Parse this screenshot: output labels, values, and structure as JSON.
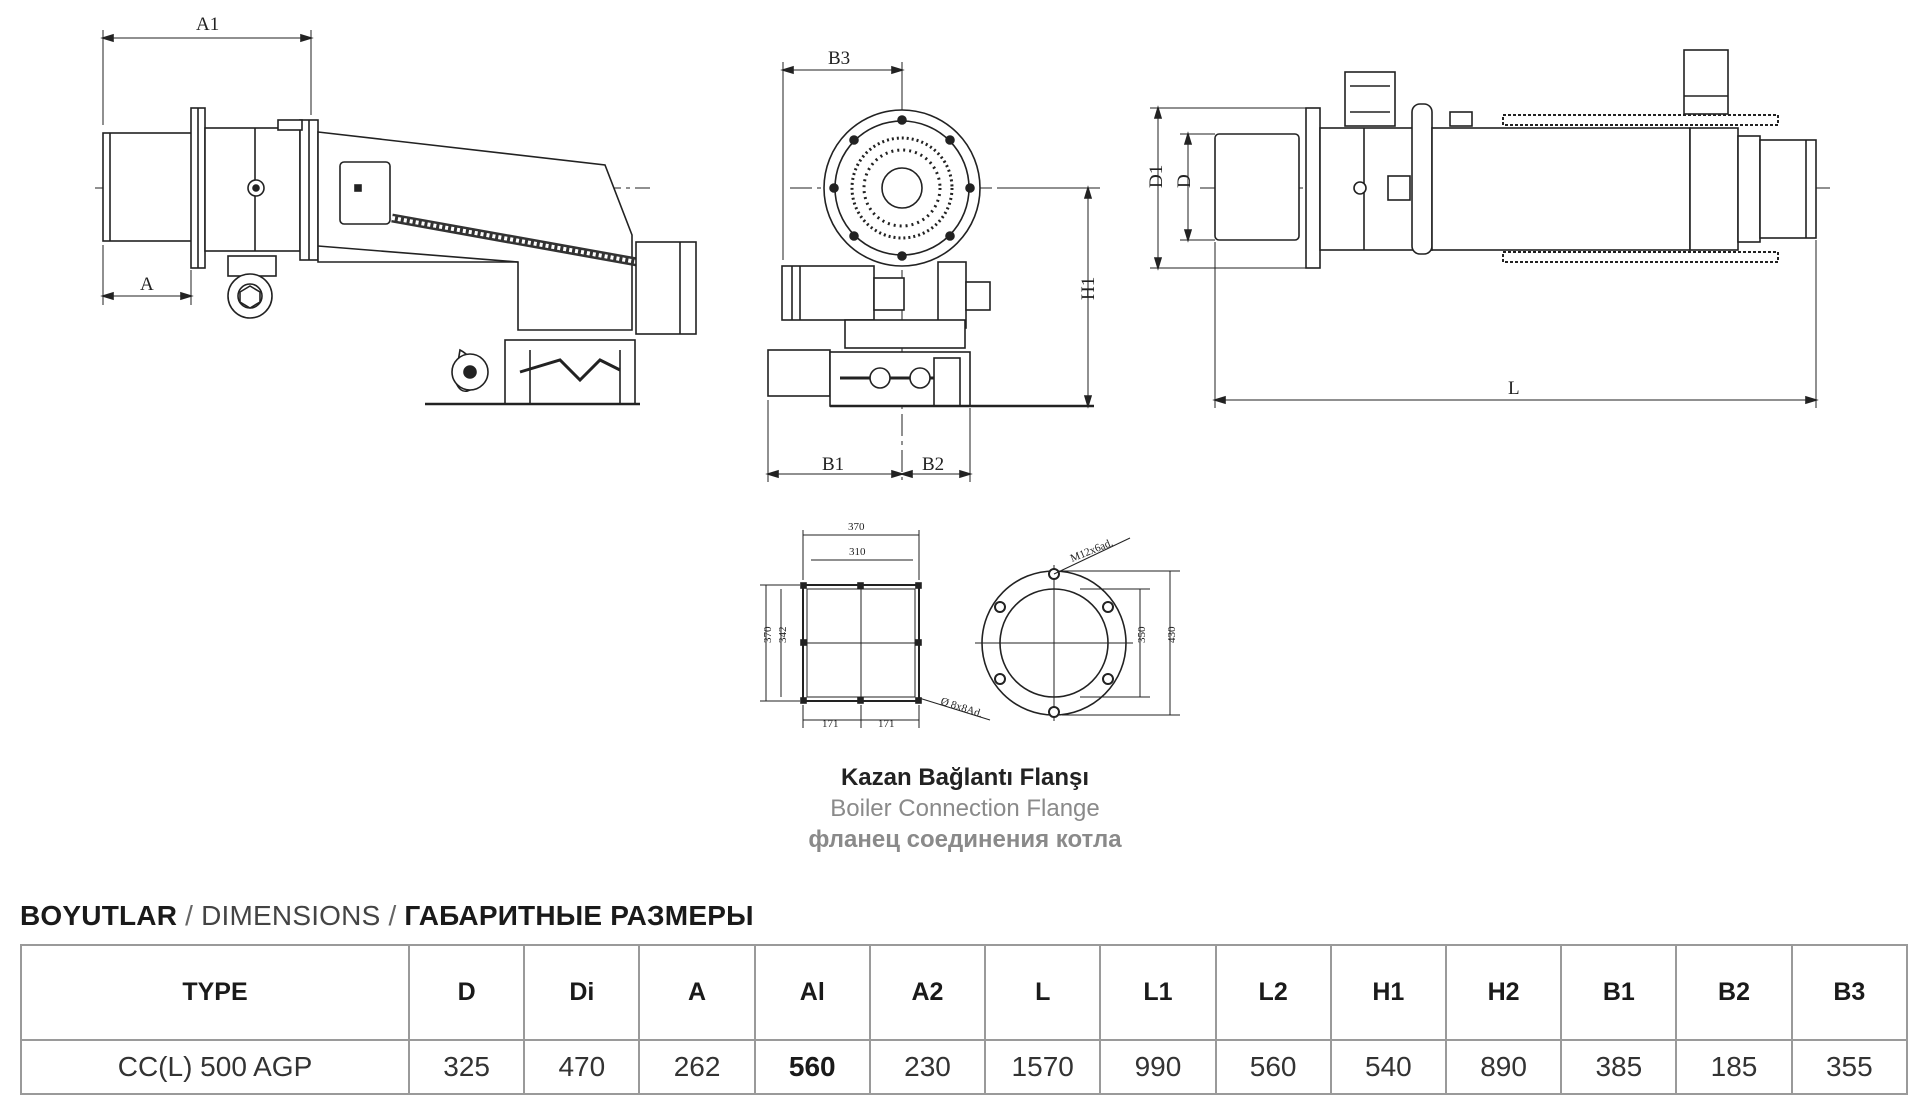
{
  "drawing_labels": {
    "side": {
      "a1": "A1",
      "a": "A"
    },
    "front": {
      "b3": "B3",
      "b1": "B1",
      "b2": "B2",
      "h1": "H1"
    },
    "top": {
      "d1": "D1",
      "d": "D",
      "l": "L"
    },
    "flange_square": {
      "w_outer": "370",
      "w_inner": "310",
      "h_outer": "370",
      "h_inner": "342",
      "half_left": "171",
      "half_right": "171",
      "hole_note": "Ø 8x8Ad."
    },
    "flange_round": {
      "bolt_note": "M12x6ad.",
      "d_inner": "350",
      "d_outer": "430"
    }
  },
  "caption": {
    "tr": "Kazan Bağlantı Flanşı",
    "en": "Boiler Connection Flange",
    "ru": "фланец соединения котла"
  },
  "section": {
    "tr": "BOYUTLAR",
    "sep1": " / ",
    "en": "DIMENSIONS",
    "sep2": " / ",
    "ru": "ГАБАРИТНЫЕ РАЗМЕРЫ"
  },
  "table": {
    "headers": [
      "TYPE",
      "D",
      "Di",
      "A",
      "Al",
      "A2",
      "L",
      "L1",
      "L2",
      "H1",
      "H2",
      "B1",
      "B2",
      "B3"
    ],
    "row": [
      "CC(L) 500 AGP",
      "325",
      "470",
      "262",
      "560",
      "230",
      "1570",
      "990",
      "560",
      "540",
      "890",
      "385",
      "185",
      "355"
    ]
  }
}
